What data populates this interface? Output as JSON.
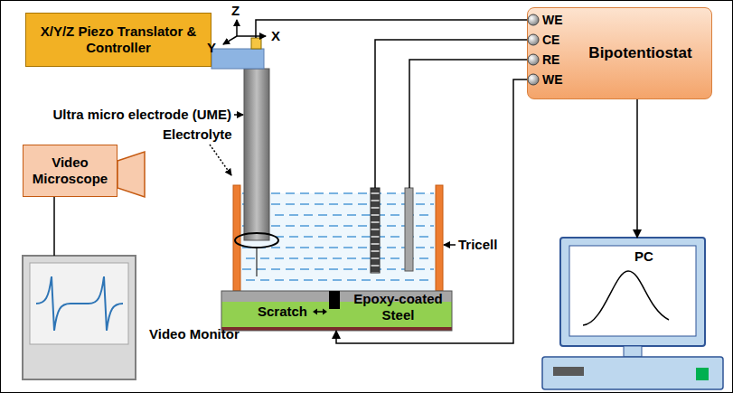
{
  "diagram": {
    "nodes": [
      {
        "text": [
          "X/Y/Z Piezo Translator & Controller"
        ]
      },
      {
        "text": [
          "Bipotentiostat"
        ]
      },
      {
        "text": [
          "Video Microscope"
        ]
      },
      {
        "text": [
          "Video Monitor"
        ]
      },
      {
        "text": [
          "Scratch",
          "Epoxy-coated Steel"
        ]
      },
      {
        "text": [
          "PC"
        ]
      }
    ],
    "edges": [
      {
        "from": 1,
        "to": 5,
        "arrow": "to"
      },
      {
        "from": 2,
        "to": 3,
        "arrow": "none"
      },
      {
        "from": 1,
        "to": 4,
        "arrow": "to"
      }
    ],
    "labels": [
      "Z",
      "X",
      "Y",
      "Ultra micro electrode (UME)",
      "Electrolyte",
      "Tricell",
      "WE",
      "CE",
      "RE",
      "WE"
    ]
  }
}
